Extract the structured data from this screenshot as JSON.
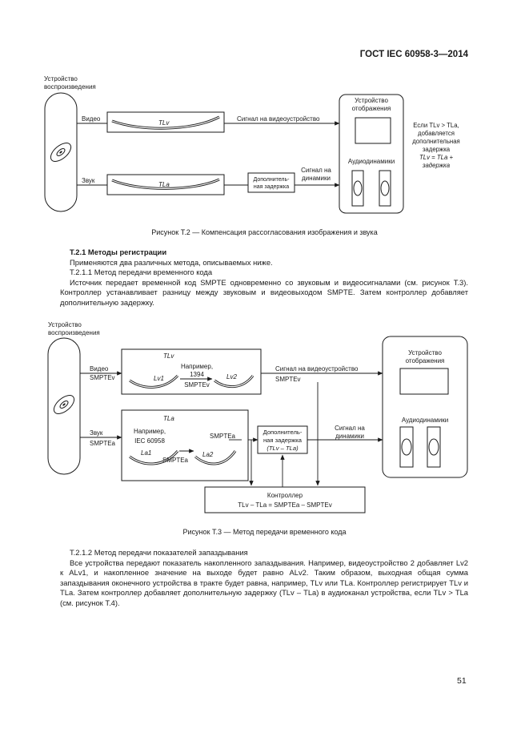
{
  "header": {
    "standard": "ГОСТ IEC 60958-3—2014"
  },
  "figure2": {
    "player_label": [
      "Устройство",
      "воспроизведения"
    ],
    "video": "Видео",
    "audio": "Звук",
    "tlv": "TLv",
    "tla": "TLa",
    "delay_box": [
      "Дополнитель-",
      "ная задержка"
    ],
    "signal_video": "Сигнал на видеоустройство",
    "signal_speakers": [
      "Сигнал на",
      "динамики"
    ],
    "display_label": [
      "Устройство",
      "отображения"
    ],
    "speakers_label": "Аудиодинамики",
    "note": [
      "Если TLv > TLa,",
      "добавляется",
      "дополнительная",
      "задержка",
      "TLv = TLa +",
      "задержка"
    ],
    "caption": "Рисунок Т.2 — Компенсация рассогласования изображения и звука"
  },
  "text1": {
    "heading": "Т.2.1 Методы регистрации",
    "line1": "Применяются два различных метода, описываемых ниже.",
    "line2": "Т.2.1.1 Метод передачи временного кода",
    "para": "Источник передает временной код SMPTE одновременно со звуковым и видеосигналами (см. рисунок Т.3). Контроллер устанавливает разницу между звуковым и видеовыходом SMPTE. Затем контроллер добавляет дополнительную задержку."
  },
  "figure3": {
    "player_label": [
      "Устройство",
      "воспроизведения"
    ],
    "video": [
      "Видео",
      "SMPTEv"
    ],
    "audio": [
      "Звук",
      "SMPTEa"
    ],
    "tlv": "TLv",
    "tla": "TLa",
    "lv1": "Lv1",
    "lv2": "Lv2",
    "example_v": [
      "Например,",
      "1394",
      "SMPTEv"
    ],
    "la1": "La1",
    "la2": "La2",
    "example_a": [
      "Например,",
      "IEC 60958"
    ],
    "smpte_a": "SMPTEa",
    "smpte_a_out": "SMPTEa",
    "signal_video": "Сигнал на видеоустройство",
    "smpte_v_out": "SMPTEv",
    "delay_box": [
      "Дополнитель-",
      "ная задержка",
      "(TLv – TLa)"
    ],
    "signal_speakers": [
      "Сигнал на",
      "динамики"
    ],
    "display_label": [
      "Устройство",
      "отображения"
    ],
    "speakers_label": "Аудиодинамики",
    "controller": [
      "Контроллер",
      "TLv – TLa = SMPTEa – SMPTEv"
    ],
    "caption": "Рисунок Т.3 — Метод передачи временного кода"
  },
  "text2": {
    "heading": "Т.2.1.2 Метод передачи показателей запаздывания",
    "para": "Все устройства передают показатель накопленного запаздывания. Например, видеоустройство 2 добавляет Lv2 к ALv1, и накопленное значение на выходе будет равно ALv2. Таким образом, выходная общая сумма запаздывания оконечного устройства в тракте будет равна, например, TLv или TLa. Контроллер регистрирует TLv и TLa. Затем контроллер добавляет дополнительную задержку (TLv – TLa) в аудиоканал устройства, если TLv > TLa (см. рисунок Т.4)."
  },
  "page_number": "51"
}
